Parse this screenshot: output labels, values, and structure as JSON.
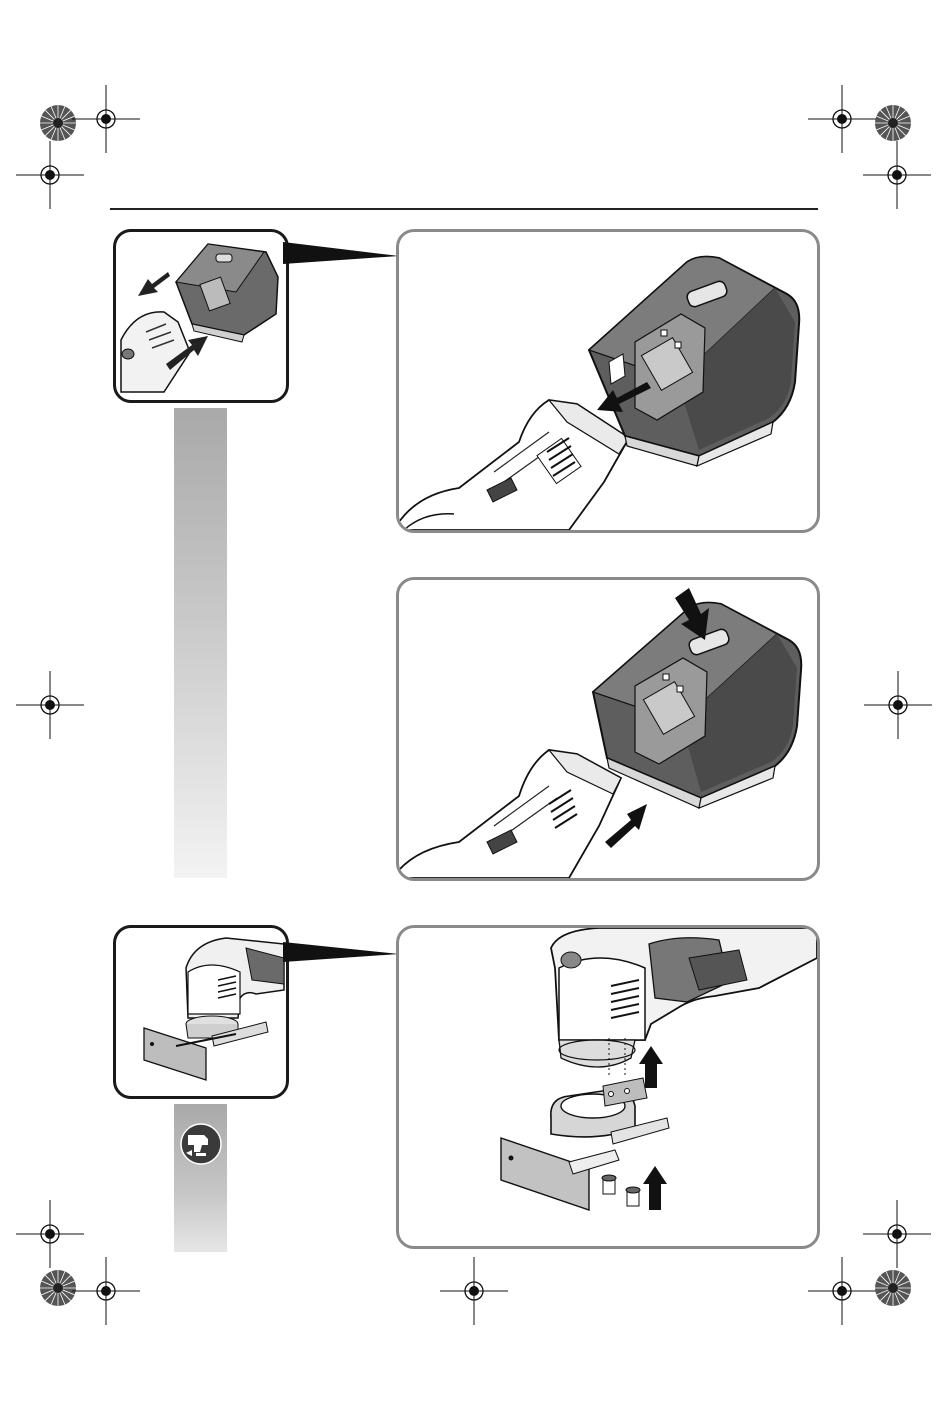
{
  "page": {
    "background": "#ffffff",
    "accent_gray": "#a9a9a9",
    "line_color": "#1a1a1a"
  },
  "registration_marks": [
    {
      "kind": "crosshair-icon"
    },
    {
      "kind": "starburst-icon"
    }
  ],
  "figures": [
    {
      "id": "remove-battery",
      "arrows": [
        "pull-out-arrow-icon"
      ]
    },
    {
      "id": "insert-battery",
      "arrows": [
        "press-latch-arrow-icon",
        "push-in-arrow-icon"
      ]
    },
    {
      "id": "mount-guide",
      "arrows": [
        "lift-arrow-icon",
        "screw-arrow-icon"
      ]
    }
  ],
  "sidebar_icon": "tool-mount-icon"
}
